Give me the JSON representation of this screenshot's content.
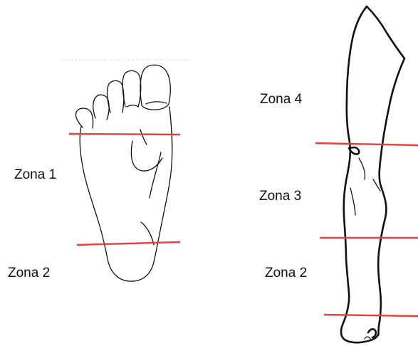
{
  "foot": {
    "zones": [
      {
        "label": "Zona 1"
      },
      {
        "label": "Zona 2"
      }
    ]
  },
  "leg": {
    "zones": [
      {
        "label": "Zona 4"
      },
      {
        "label": "Zona 3"
      },
      {
        "label": "Zona 2"
      }
    ]
  },
  "colors": {
    "divider_line": "#e8403f",
    "outline": "#111111",
    "background": "#ffffff"
  }
}
